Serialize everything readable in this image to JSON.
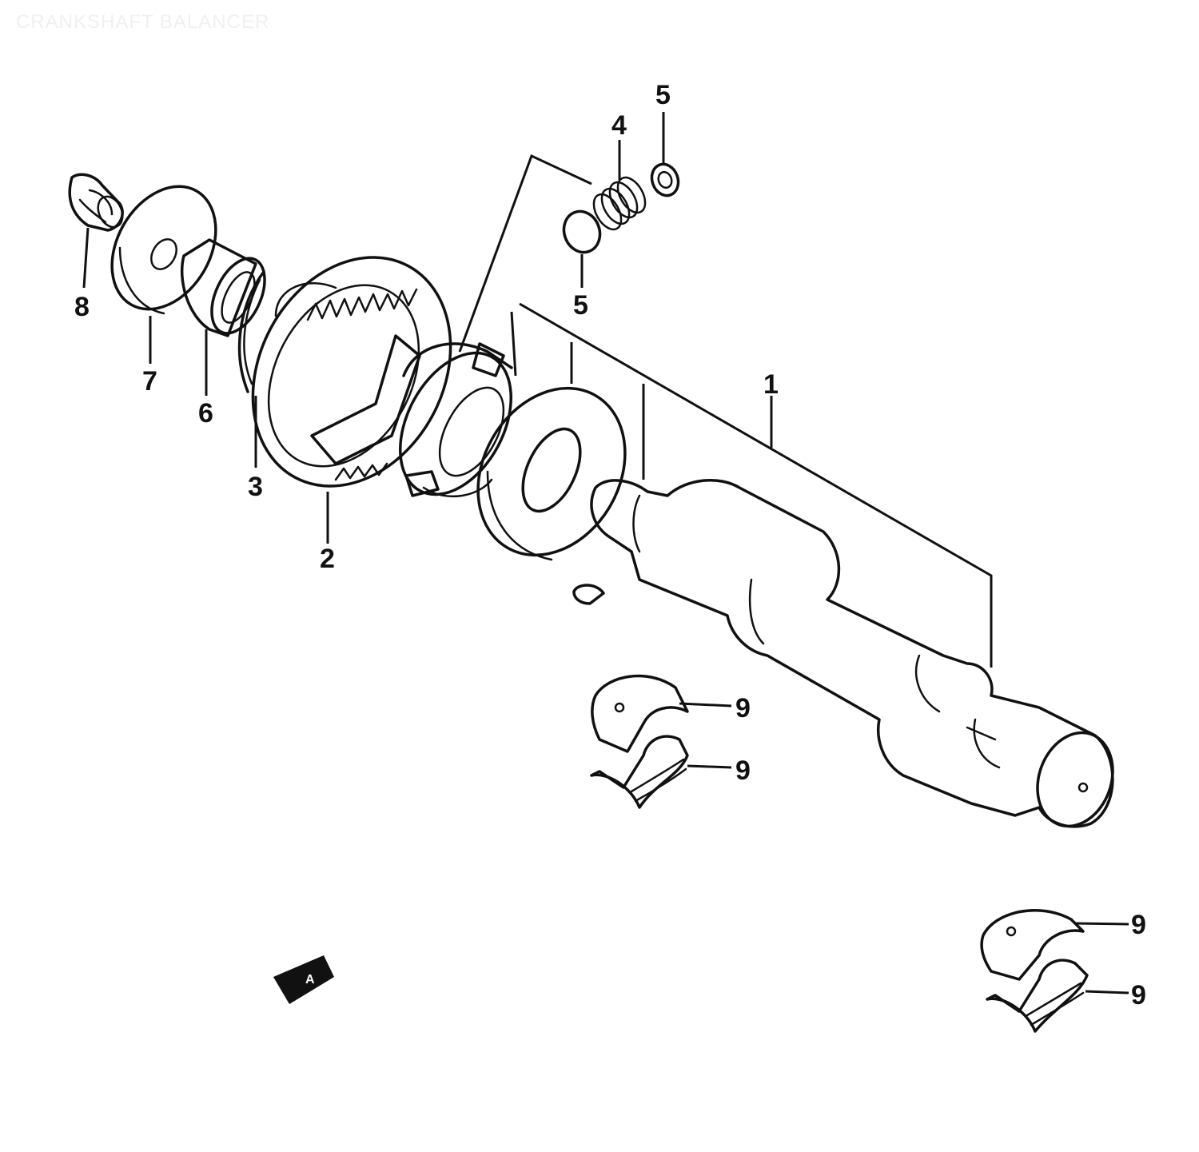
{
  "title": "CRANKSHAFT BALANCER",
  "callouts": [
    {
      "id": "c1",
      "label": "1"
    },
    {
      "id": "c2",
      "label": "2"
    },
    {
      "id": "c3",
      "label": "3"
    },
    {
      "id": "c4",
      "label": "4"
    },
    {
      "id": "c5a",
      "label": "5"
    },
    {
      "id": "c5b",
      "label": "5"
    },
    {
      "id": "c6",
      "label": "6"
    },
    {
      "id": "c7",
      "label": "7"
    },
    {
      "id": "c8",
      "label": "8"
    },
    {
      "id": "c9a",
      "label": "9"
    },
    {
      "id": "c9b",
      "label": "9"
    },
    {
      "id": "c9c",
      "label": "9"
    },
    {
      "id": "c9d",
      "label": "9"
    }
  ],
  "front_marker": "A"
}
